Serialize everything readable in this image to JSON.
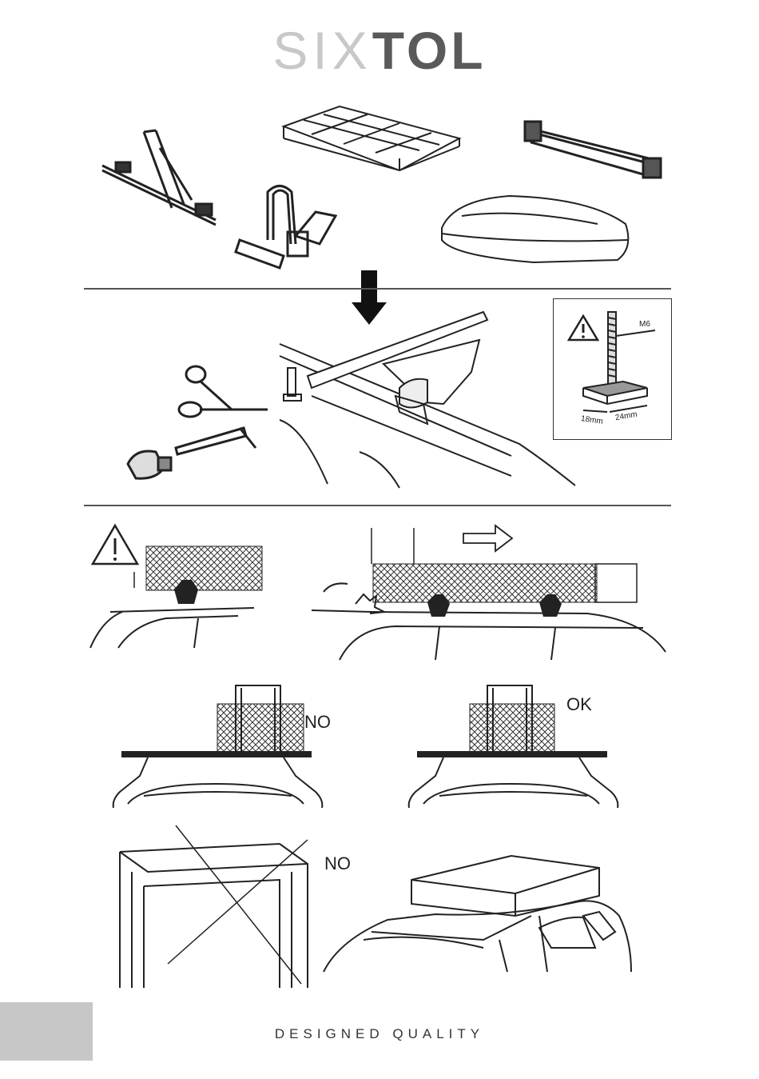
{
  "brand": {
    "six": "SIX",
    "tol": "TOL"
  },
  "footer": {
    "tagline": "DESIGNED QUALITY"
  },
  "spec_box": {
    "bolt": "M6",
    "width": "18mm",
    "length": "24mm"
  },
  "labels": {
    "no_top": "NO",
    "ok": "OK",
    "no_bottom": "NO"
  },
  "colors": {
    "line": "#222222",
    "rule": "#555555",
    "tab": "#c7c7c7"
  }
}
